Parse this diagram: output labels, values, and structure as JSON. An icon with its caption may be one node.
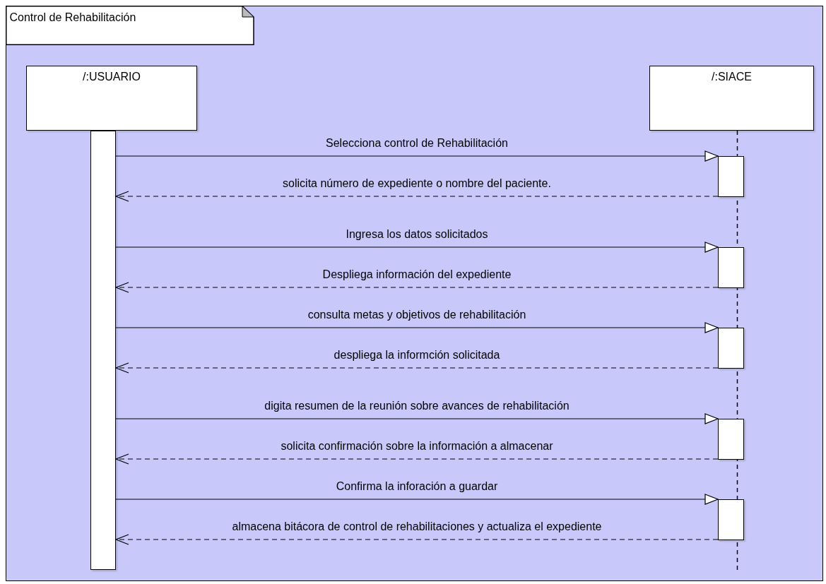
{
  "diagram": {
    "nodes": [
      {
        "text": [
          "Control de Rehabilitación"
        ]
      },
      {
        "text": [
          "/:USUARIO"
        ],
        "in": 0
      },
      {
        "text": [
          "/:SIACE"
        ],
        "in": 0
      },
      {
        "text": [],
        "shape": "bar",
        "in": 0
      },
      {
        "text": [],
        "shape": "bar",
        "in": 0
      },
      {
        "text": [],
        "shape": "bar",
        "in": 0
      },
      {
        "text": [],
        "shape": "bar",
        "in": 0
      },
      {
        "text": [],
        "shape": "bar",
        "in": 0
      },
      {
        "text": [],
        "shape": "bar",
        "in": 0
      }
    ],
    "edges": [
      {
        "from": 3,
        "to": 4,
        "arrow": "to",
        "label": "Selecciona control de Rehabilitación"
      },
      {
        "from": 4,
        "to": 3,
        "arrow": "to",
        "style": "dashed",
        "label": "solicita número de expediente o nombre del paciente."
      },
      {
        "from": 3,
        "to": 5,
        "arrow": "to",
        "label": "Ingresa los datos solicitados"
      },
      {
        "from": 5,
        "to": 3,
        "arrow": "to",
        "style": "dashed",
        "label": "Despliega información del expediente"
      },
      {
        "from": 3,
        "to": 6,
        "arrow": "to",
        "label": "consulta metas y objetivos de rehabilitación"
      },
      {
        "from": 6,
        "to": 3,
        "arrow": "to",
        "style": "dashed",
        "label": "despliega la informción solicitada"
      },
      {
        "from": 3,
        "to": 7,
        "arrow": "to",
        "label": "digita resumen de la reunión sobre avances de rehabilitación"
      },
      {
        "from": 7,
        "to": 3,
        "arrow": "to",
        "style": "dashed",
        "label": "solicita confirmación sobre la información a almacenar"
      },
      {
        "from": 3,
        "to": 8,
        "arrow": "to",
        "label": "Confirma la inforación a guardar"
      },
      {
        "from": 8,
        "to": 3,
        "arrow": "to",
        "style": "dashed",
        "label": "almacena bitácora de control de rehabilitaciones y actualiza el expediente"
      }
    ]
  }
}
